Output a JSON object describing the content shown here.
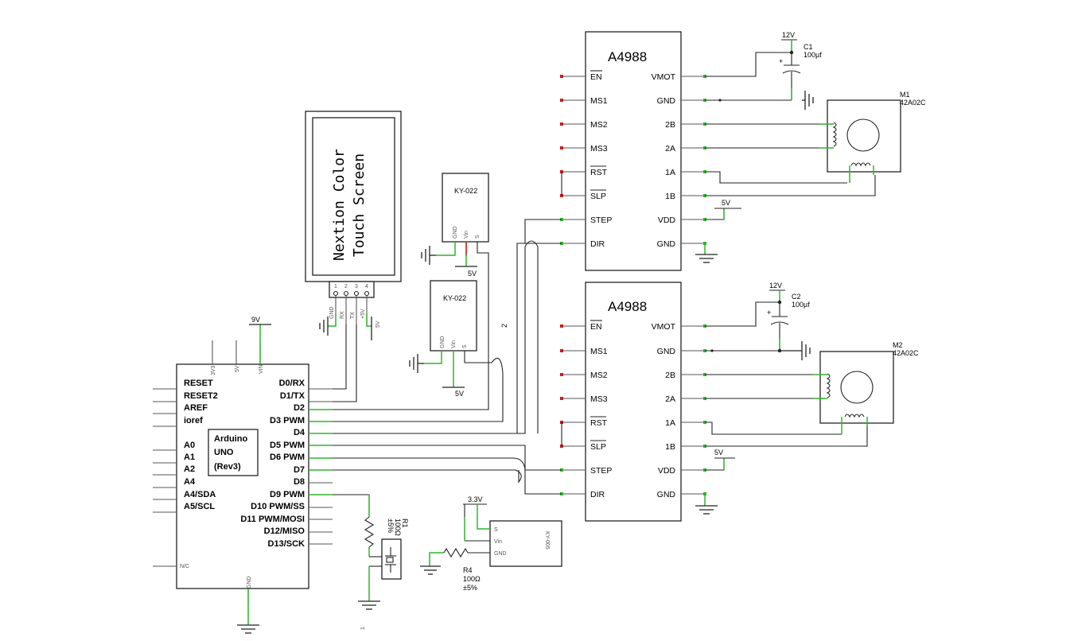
{
  "drivers": [
    {
      "title": "A4988",
      "left_pins": [
        {
          "label": "EN",
          "overline": true
        },
        {
          "label": "MS1",
          "overline": false
        },
        {
          "label": "MS2",
          "overline": false
        },
        {
          "label": "MS3",
          "overline": false
        },
        {
          "label": "RST",
          "overline": true
        },
        {
          "label": "SLP",
          "overline": true
        },
        {
          "label": "STEP",
          "overline": false
        },
        {
          "label": "DIR",
          "overline": false
        }
      ],
      "right_pins": [
        "VMOT",
        "GND",
        "2B",
        "2A",
        "1A",
        "1B",
        "VDD",
        "GND"
      ],
      "cap_ref": "C1",
      "cap_value": "100µf",
      "cap_supply": "12V",
      "vdd_supply": "5V",
      "motor_ref": "M1",
      "motor_part": "42A02C"
    },
    {
      "title": "A4988",
      "left_pins": [
        {
          "label": "EN",
          "overline": true
        },
        {
          "label": "MS1",
          "overline": false
        },
        {
          "label": "MS2",
          "overline": false
        },
        {
          "label": "MS3",
          "overline": false
        },
        {
          "label": "RST",
          "overline": true
        },
        {
          "label": "SLP",
          "overline": true
        },
        {
          "label": "STEP",
          "overline": false
        },
        {
          "label": "DIR",
          "overline": false
        }
      ],
      "right_pins": [
        "VMOT",
        "GND",
        "2B",
        "2A",
        "1A",
        "1B",
        "VDD",
        "GND"
      ],
      "cap_ref": "C2",
      "cap_value": "100µf",
      "cap_supply": "12V",
      "vdd_supply": "5V",
      "motor_ref": "M2",
      "motor_part": "42A02C"
    }
  ],
  "nextion": {
    "title_line1": "Nextion Color",
    "title_line2": "Touch Screen",
    "pin_numbers": [
      "1",
      "2",
      "3",
      "4"
    ],
    "pin_labels": [
      "GND",
      "RX",
      "TX",
      "+5V"
    ],
    "supply": "5V"
  },
  "sensors": [
    {
      "label": "KY-022",
      "pins": [
        "GND",
        "Vin",
        "S"
      ],
      "supply": "5V",
      "wire_label": ""
    },
    {
      "label": "KY-022",
      "pins": [
        "GND",
        "Vin",
        "S"
      ],
      "supply": "5V",
      "wire_label": "2"
    }
  ],
  "ky005": {
    "label": "KY-005",
    "pins": [
      "S",
      "Vin",
      "GND"
    ],
    "supply": "3.3V"
  },
  "resistor_r1": {
    "ref": "R1",
    "value": "100Ω",
    "tolerance": "±5%"
  },
  "resistor_r4": {
    "ref": "R4",
    "value": "100Ω",
    "tolerance": "±5%"
  },
  "arduino": {
    "name_line1": "Arduino",
    "name_line2": "UNO",
    "name_line3": "(Rev3)",
    "supply": "9V",
    "top_pins": [
      "3V3",
      "5V",
      "VIN"
    ],
    "bottom_pin": "GND",
    "nc_pin": "N/C",
    "left_pins": [
      "RESET",
      "RESET2",
      "AREF",
      "ioref",
      "A0",
      "A1",
      "A2",
      "A4",
      "A4/SDA",
      "A5/SCL"
    ],
    "right_pins": [
      "D0/RX",
      "D1/TX",
      "D2",
      "D3 PWM",
      "D4",
      "D5 PWM",
      "D6 PWM",
      "D7",
      "D8",
      "D9 PWM",
      "D10 PWM/SS",
      "D11 PWM/MOSI",
      "D12/MISO",
      "D13/SCK"
    ]
  },
  "stray_label": "1"
}
